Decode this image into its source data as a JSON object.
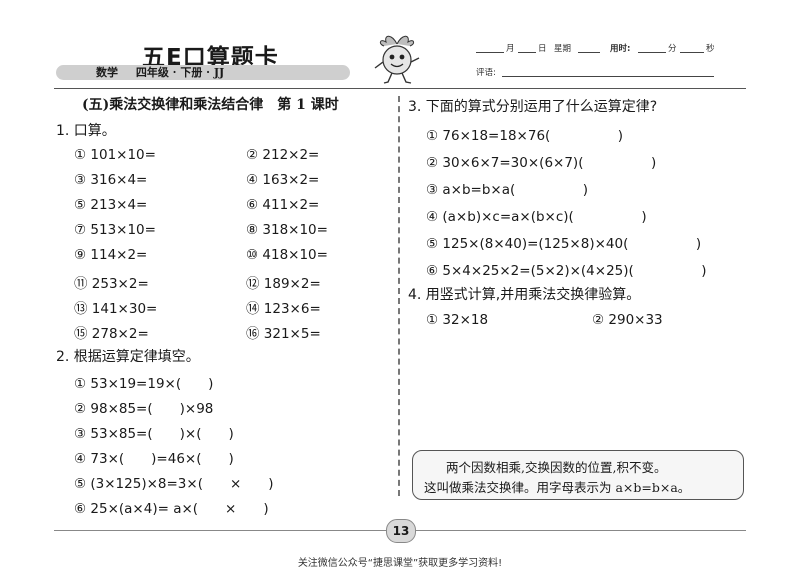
{
  "header": {
    "brand_title": "五E口算题卡",
    "subject": "数学",
    "grade": "四年级 · 下册 · JJ",
    "month_label": "月",
    "day_label": "日",
    "weekday_label": "星期",
    "time_label": "用时:",
    "minute_label": "分",
    "second_label": "秒",
    "comment_label": "评语:"
  },
  "lesson_title": "(五)乘法交换律和乘法结合律　第 1 课时",
  "section1": {
    "title": "1. 口算。",
    "items": [
      "① 101×10=",
      "② 212×2=",
      "③ 316×4=",
      "④ 163×2=",
      "⑤ 213×4=",
      "⑥ 411×2=",
      "⑦ 513×10=",
      "⑧ 318×10=",
      "⑨ 114×2=",
      "⑩ 418×10=",
      "⑪ 253×2=",
      "⑫ 189×2=",
      "⑬ 141×30=",
      "⑭ 123×6=",
      "⑮ 278×2=",
      "⑯ 321×5="
    ]
  },
  "section2": {
    "title": "2. 根据运算定律填空。",
    "items": [
      "① 53×19=19×(　　)",
      "② 98×85=(　　)×98",
      "③ 53×85=(　　)×(　　)",
      "④ 73×(　　)=46×(　　)",
      "⑤ (3×125)×8=3×(　　×　　)",
      "⑥ 25×(a×4)= a×(　　×　　)"
    ]
  },
  "section3": {
    "title": "3. 下面的算式分别运用了什么运算定律?",
    "items": [
      "① 76×18=18×76(　　　　　)",
      "② 30×6×7=30×(6×7)(　　　　　)",
      "③ a×b=b×a(　　　　　)",
      "④ (a×b)×c=a×(b×c)(　　　　　)",
      "⑤ 125×(8×40)=(125×8)×40(　　　　　)",
      "⑥ 5×4×25×2=(5×2)×(4×25)(　　　　　)"
    ]
  },
  "section4": {
    "title": "4. 用竖式计算,并用乘法交换律验算。",
    "items": [
      "① 32×18",
      "② 290×33"
    ]
  },
  "note": {
    "line1": "两个因数相乘,交换因数的位置,积不变。",
    "line2": "这叫做乘法交换律。用字母表示为 a×b=b×a。"
  },
  "page_number": "13",
  "footer": "关注微信公众号“捷思课堂”获取更多学习资料!"
}
